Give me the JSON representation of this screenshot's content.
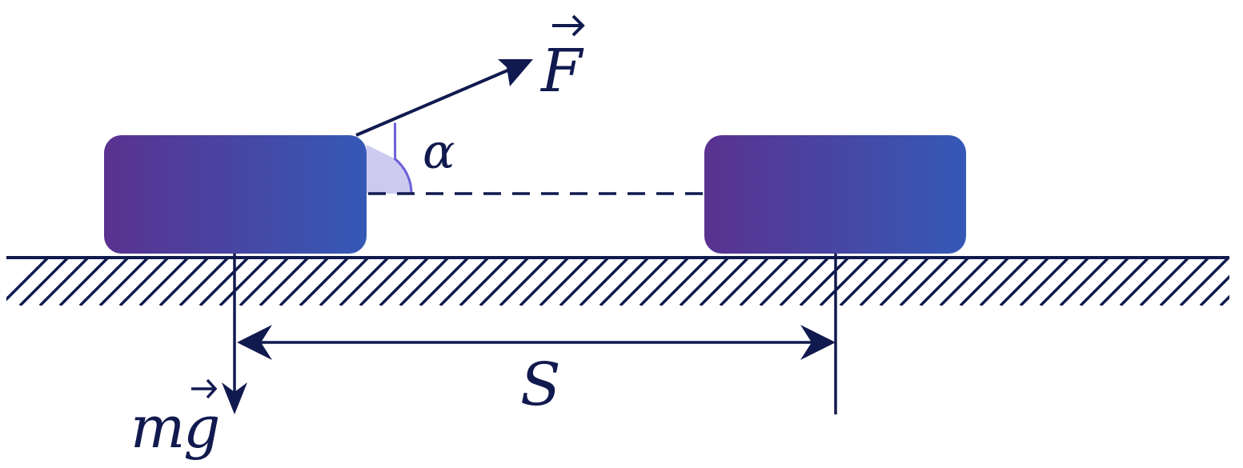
{
  "labels": {
    "force": "F",
    "angle": "α",
    "distance": "S",
    "gravity": "mg"
  },
  "colors": {
    "ink": "#111a4f",
    "block_gradient_start": "#5a3290",
    "block_gradient_end": "#3559b6",
    "angle_fill": "#cccbef",
    "angle_stroke": "#6b5ed8",
    "background": "#ffffff"
  }
}
